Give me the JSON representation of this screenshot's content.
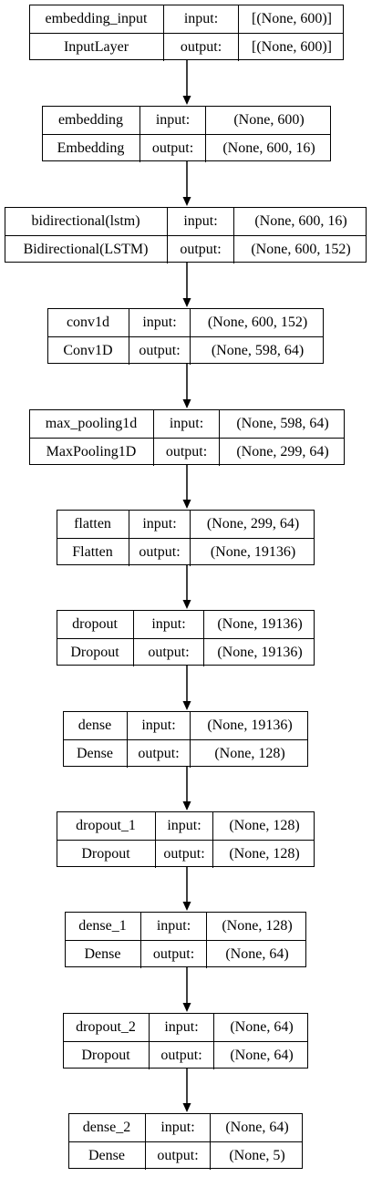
{
  "layers": [
    {
      "name": "embedding_input",
      "type": "InputLayer",
      "input_label": "input:",
      "output_label": "output:",
      "input_shape": "[(None, 600)]",
      "output_shape": "[(None, 600)]"
    },
    {
      "name": "embedding",
      "type": "Embedding",
      "input_label": "input:",
      "output_label": "output:",
      "input_shape": "(None, 600)",
      "output_shape": "(None, 600, 16)"
    },
    {
      "name": "bidirectional(lstm)",
      "type": "Bidirectional(LSTM)",
      "input_label": "input:",
      "output_label": "output:",
      "input_shape": "(None, 600, 16)",
      "output_shape": "(None, 600, 152)"
    },
    {
      "name": "conv1d",
      "type": "Conv1D",
      "input_label": "input:",
      "output_label": "output:",
      "input_shape": "(None, 600, 152)",
      "output_shape": "(None, 598, 64)"
    },
    {
      "name": "max_pooling1d",
      "type": "MaxPooling1D",
      "input_label": "input:",
      "output_label": "output:",
      "input_shape": "(None, 598, 64)",
      "output_shape": "(None, 299, 64)"
    },
    {
      "name": "flatten",
      "type": "Flatten",
      "input_label": "input:",
      "output_label": "output:",
      "input_shape": "(None, 299, 64)",
      "output_shape": "(None, 19136)"
    },
    {
      "name": "dropout",
      "type": "Dropout",
      "input_label": "input:",
      "output_label": "output:",
      "input_shape": "(None, 19136)",
      "output_shape": "(None, 19136)"
    },
    {
      "name": "dense",
      "type": "Dense",
      "input_label": "input:",
      "output_label": "output:",
      "input_shape": "(None, 19136)",
      "output_shape": "(None, 128)"
    },
    {
      "name": "dropout_1",
      "type": "Dropout",
      "input_label": "input:",
      "output_label": "output:",
      "input_shape": "(None, 128)",
      "output_shape": "(None, 128)"
    },
    {
      "name": "dense_1",
      "type": "Dense",
      "input_label": "input:",
      "output_label": "output:",
      "input_shape": "(None, 128)",
      "output_shape": "(None, 64)"
    },
    {
      "name": "dropout_2",
      "type": "Dropout",
      "input_label": "input:",
      "output_label": "output:",
      "input_shape": "(None, 64)",
      "output_shape": "(None, 64)"
    },
    {
      "name": "dense_2",
      "type": "Dense",
      "input_label": "input:",
      "output_label": "output:",
      "input_shape": "(None, 64)",
      "output_shape": "(None, 5)"
    }
  ]
}
